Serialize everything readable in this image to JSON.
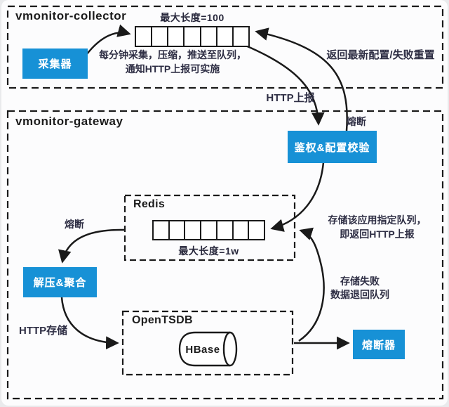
{
  "colors": {
    "accent_blue": "#1791d6",
    "line": "#1a1a1a",
    "text_dark": "#2e2e44"
  },
  "collector": {
    "title": "vmonitor-collector",
    "collector_box": "采集器",
    "queue_caption": "最大长度=100",
    "queue_cells": 7,
    "note_line1": "每分钟采集，压缩，推送至队列，",
    "note_line2": "通知HTTP上报可实施",
    "return_note": "返回最新配置/失败重置"
  },
  "links": {
    "http_report": "HTTP上报",
    "circuit_top": "熔断",
    "circuit_left": "熔断",
    "http_store": "HTTP存储",
    "store_note_line1": "存储该应用指定队列，",
    "store_note_line2": "即返回HTTP上报",
    "fail_note_line1": "存储失败",
    "fail_note_line2": "数据退回队列"
  },
  "gateway": {
    "title": "vmonitor-gateway",
    "auth_box": "鉴权&配置校验",
    "decompress_box": "解压&聚合",
    "breaker_box": "熔断器",
    "redis": {
      "title": "Redis",
      "queue_caption": "最大长度=1w",
      "queue_cells": 7
    },
    "opentsdb": {
      "title": "OpenTSDB",
      "hbase": "HBase"
    }
  }
}
